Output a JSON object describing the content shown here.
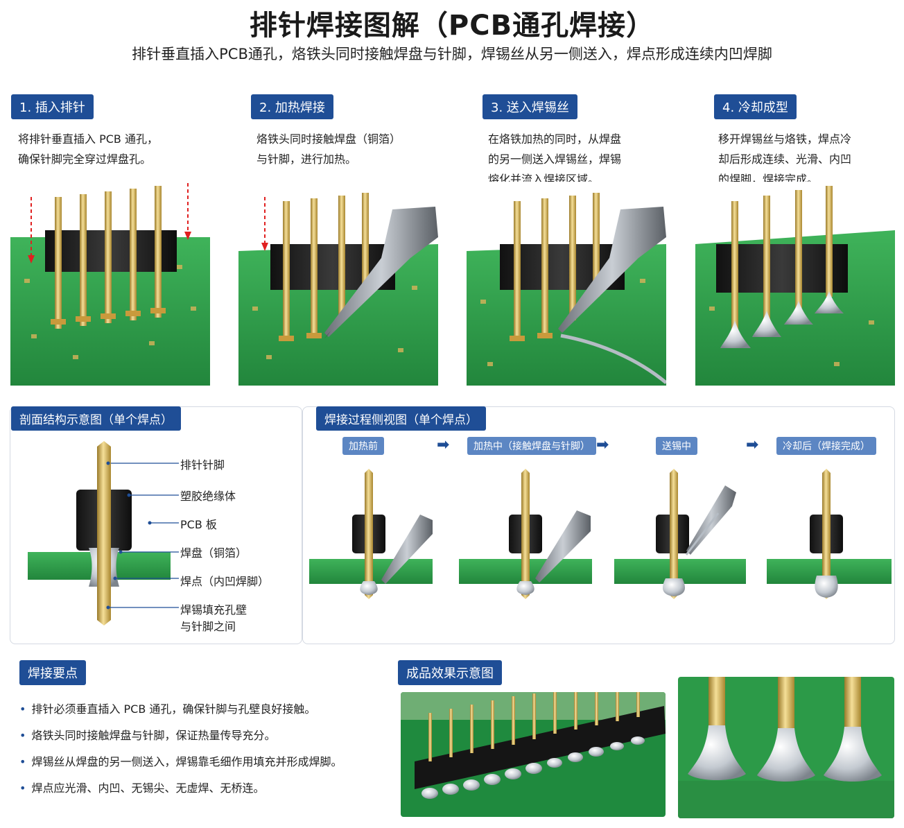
{
  "header": {
    "title": "排针焊接图解（PCB通孔焊接）",
    "subtitle": "排针垂直插入PCB通孔，烙铁头同时接触焊盘与针脚，焊锡丝从另一侧送入，焊点形成连续内凹焊脚"
  },
  "steps": [
    {
      "badge": "1. 插入排针",
      "lines": [
        "将排针垂直插入 PCB 通孔，",
        "确保针脚完全穿过焊盘孔。"
      ]
    },
    {
      "badge": "2. 加热焊接",
      "lines": [
        "烙铁头同时接触焊盘（铜箔）",
        "与针脚，进行加热。"
      ]
    },
    {
      "badge": "3. 送入焊锡丝",
      "lines": [
        "在烙铁加热的同时，从焊盘",
        "的另一侧送入焊锡丝，焊锡",
        "熔化并流入焊接区域。"
      ]
    },
    {
      "badge": "4. 冷却成型",
      "lines": [
        "移开焊锡丝与烙铁，焊点冷",
        "却后形成连续、光滑、内凹",
        "的焊脚，焊接完成。"
      ]
    }
  ],
  "cross_section": {
    "badge": "剖面结构示意图（单个焊点）",
    "labels": [
      "排针针脚",
      "塑胶绝缘体",
      "PCB 板",
      "焊盘（铜箔）",
      "焊点（内凹焊脚）",
      "焊锡填充孔壁",
      "与针脚之间"
    ]
  },
  "side_view": {
    "badge": "焊接过程侧视图（单个焊点）",
    "stages": [
      "加热前",
      "加热中（接触焊盘与针脚）",
      "送锡中",
      "冷却后（焊接完成）"
    ],
    "arrow": "➡"
  },
  "tips": {
    "badge": "焊接要点",
    "items": [
      "排针必须垂直插入 PCB 通孔，确保针脚与孔壁良好接触。",
      "烙铁头同时接触焊盘与针脚，保证热量传导充分。",
      "焊锡丝从焊盘的另一侧送入，焊锡靠毛细作用填充并形成焊脚。",
      "焊点应光滑、内凹、无锡尖、无虚焊、无桥连。"
    ]
  },
  "result": {
    "badge": "成品效果示意图"
  },
  "colors": {
    "brand": "#1f4e96",
    "pcb": "#2e9e4a",
    "gold": "#d7b55a",
    "solder": "#c9cfd6",
    "plastic": "#1c1c1c"
  }
}
